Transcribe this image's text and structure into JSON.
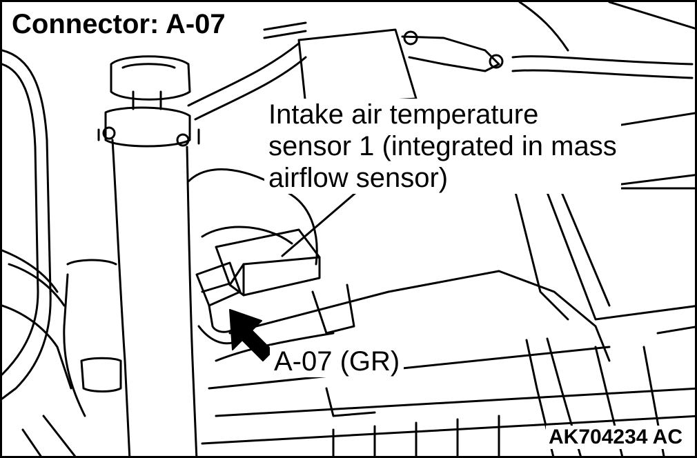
{
  "header": {
    "title": "Connector: A-07"
  },
  "callouts": {
    "sensor_lines": [
      "Intake air temperature",
      "sensor 1 (integrated in mass",
      "airflow sensor)"
    ],
    "connector_label": "A-07 (GR)"
  },
  "footer": {
    "figure_id": "AK704234 AC"
  },
  "colors": {
    "line": "#000000",
    "background": "#ffffff"
  }
}
